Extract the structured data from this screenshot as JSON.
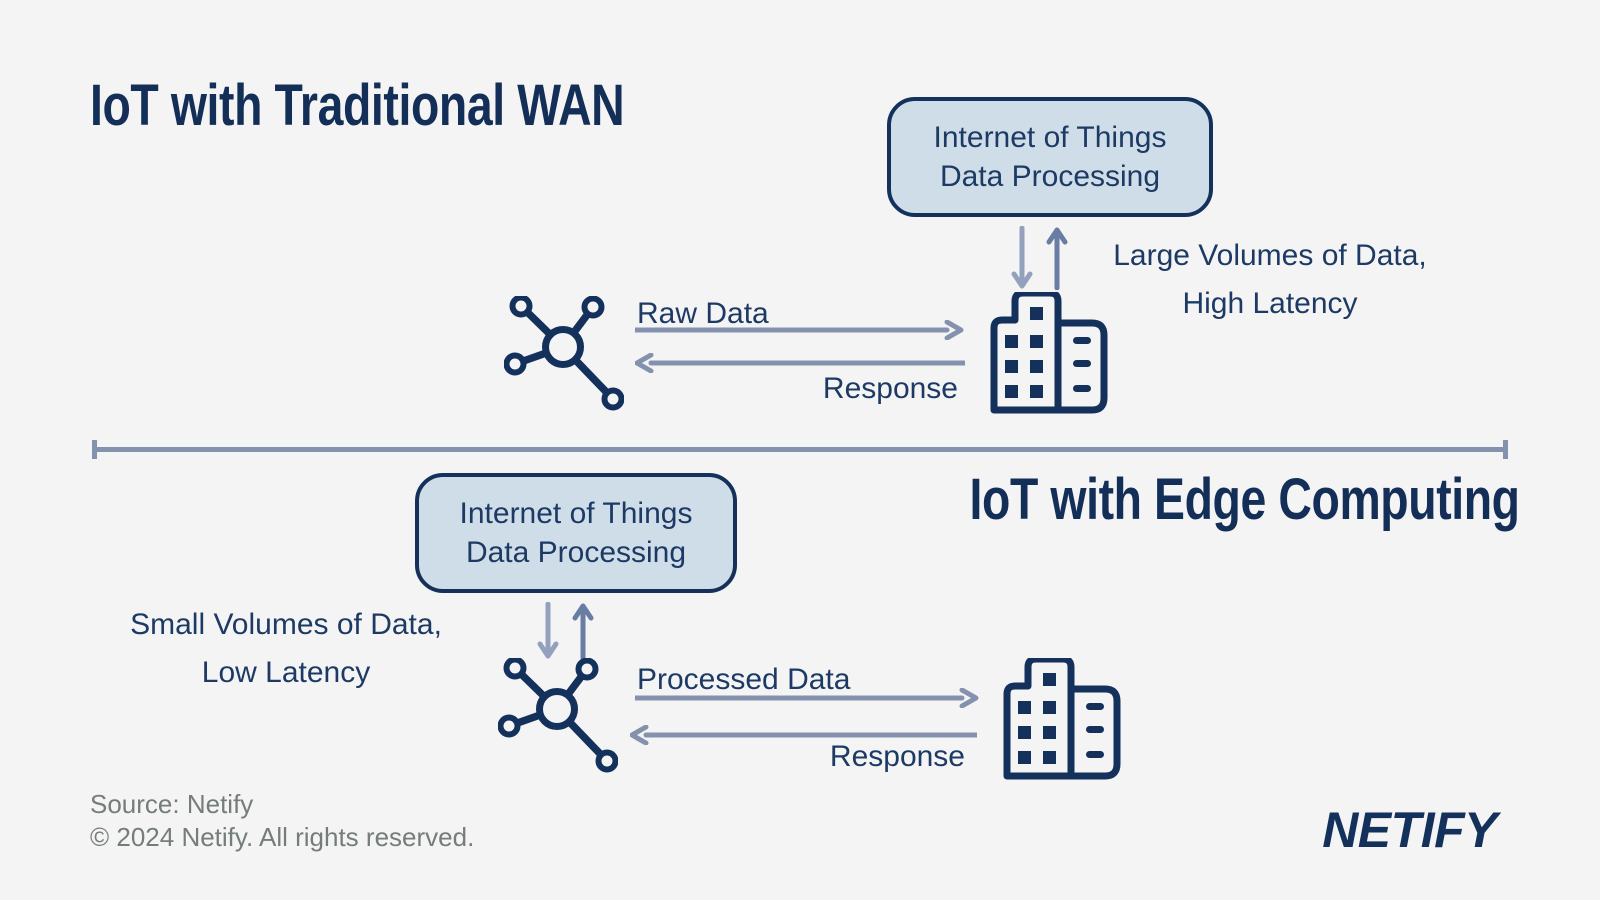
{
  "colors": {
    "background": "#f4f4f5",
    "navy": "#14315c",
    "title_navy": "#132e57",
    "box_fill": "#cfdde9",
    "text_navy": "#1d3a64",
    "arrow_gray": "#8492ae",
    "arrow_down": "#94a1bd",
    "arrow_up": "#697da4",
    "muted_gray": "#747d7a"
  },
  "top_section": {
    "title": "IoT with Traditional WAN",
    "processing_box": {
      "line1": "Internet of Things",
      "line2": "Data Processing"
    },
    "volume_note": {
      "line1": "Large Volumes of Data,",
      "line2": "High Latency"
    },
    "request_arrow_label": "Raw Data",
    "response_arrow_label": "Response",
    "iot_icon": "iot-network-device",
    "building_icon": "office-building"
  },
  "bottom_section": {
    "title": "IoT with Edge Computing",
    "processing_box": {
      "line1": "Internet of Things",
      "line2": "Data Processing"
    },
    "volume_note": {
      "line1": "Small Volumes of Data,",
      "line2": "Low Latency"
    },
    "request_arrow_label": "Processed Data",
    "response_arrow_label": "Response",
    "iot_icon": "iot-network-device",
    "building_icon": "office-building"
  },
  "footer": {
    "source": "Source: Netify",
    "copyright": "© 2024 Netify. All rights reserved.",
    "logo": "NETIFY"
  }
}
